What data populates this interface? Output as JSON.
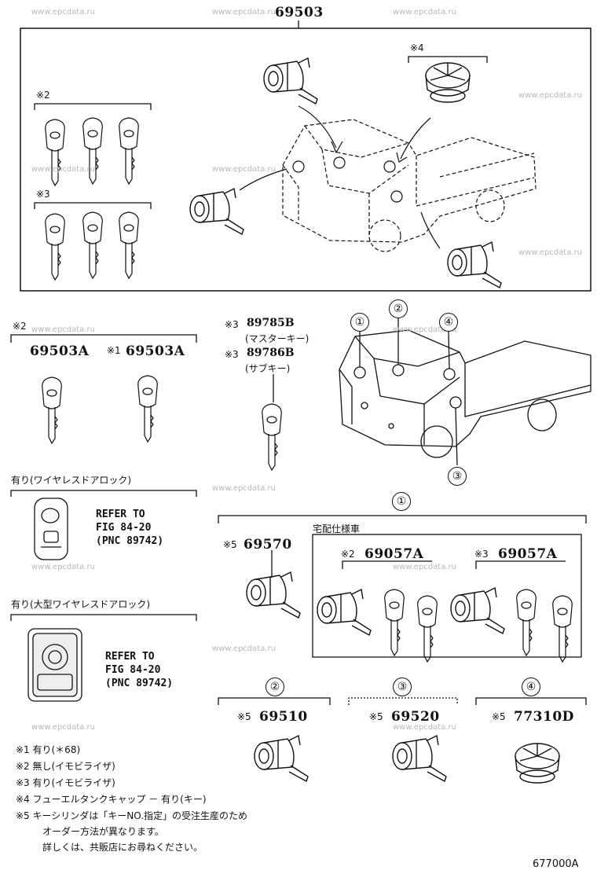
{
  "watermark": "www.epcdata.ru",
  "main_assembly": {
    "part_no": "69503"
  },
  "groups": [
    {
      "id": "g2_top",
      "mark": "※2"
    },
    {
      "id": "g3_top",
      "mark": "※3"
    },
    {
      "id": "g4_top",
      "mark": "※4"
    }
  ],
  "key_variants": {
    "mark": "※2",
    "left_part_no": "69503A",
    "right_mark": "※1",
    "right_part_no": "69503A"
  },
  "master_keys": [
    {
      "mark": "※3",
      "part_no": "89785B",
      "note": "(マスターキー)"
    },
    {
      "mark": "※3",
      "part_no": "89786B",
      "note": "(サブキー)"
    }
  ],
  "location_callouts": [
    "①",
    "②",
    "③",
    "④"
  ],
  "wireless_refs": [
    {
      "title": "有り(ワイヤレスドアロック)",
      "line1": "REFER TO",
      "line2": "FIG 84-20",
      "line3": "(PNC 89742)"
    },
    {
      "title": "有り(大型ワイヤレスドアロック)",
      "line1": "REFER TO",
      "line2": "FIG 84-20",
      "line3": "(PNC 89742)"
    }
  ],
  "section1": {
    "callout": "①",
    "cylinder": {
      "mark": "※5",
      "part_no": "69570"
    },
    "delivery_label": "宅配仕様車",
    "sets": [
      {
        "mark": "※2",
        "part_no": "69057A"
      },
      {
        "mark": "※3",
        "part_no": "69057A"
      }
    ]
  },
  "lower_parts": [
    {
      "callout": "②",
      "mark": "※5",
      "part_no": "69510"
    },
    {
      "callout": "③",
      "mark": "※5",
      "part_no": "69520"
    },
    {
      "callout": "④",
      "mark": "※5",
      "part_no": "77310D"
    }
  ],
  "notes": [
    "※1 有り(＊68)",
    "※2 無し(イモビライザ)",
    "※3 有り(イモビライザ)",
    "※4 フューエルタンクキャップ － 有り(キー)",
    "※5 キーシリンダは「キーNO.指定」の受注生産のため",
    "オーダー方法が異なります。",
    "詳しくは、共販店にお尋ねください。"
  ],
  "figure_code": "677000A"
}
